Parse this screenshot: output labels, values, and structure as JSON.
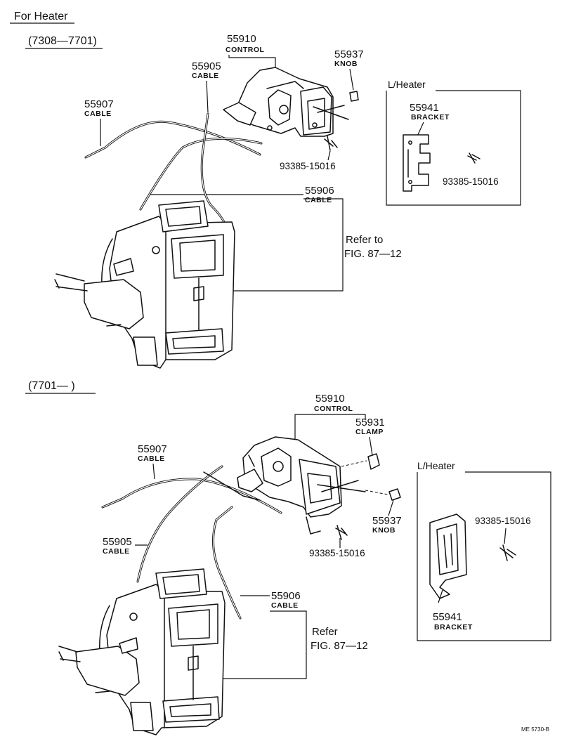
{
  "header": {
    "title": "For Heater"
  },
  "sections": [
    {
      "period": "(7308—7701)"
    },
    {
      "period": "(7701—        )"
    }
  ],
  "top": {
    "control": {
      "number": "55910",
      "name": "CONTROL"
    },
    "knob": {
      "number": "55937",
      "name": "KNOB"
    },
    "cable_55905": {
      "number": "55905",
      "name": "CABLE"
    },
    "cable_55907": {
      "number": "55907",
      "name": "CABLE"
    },
    "cable_55906": {
      "number": "55906",
      "name": "CABLE"
    },
    "screw": {
      "number": "93385-15016"
    },
    "refer": {
      "line1": "Refer to",
      "line2": "FIG. 87—12"
    },
    "lheater": {
      "title": "L/Heater",
      "bracket": {
        "number": "55941",
        "name": "BRACKET"
      },
      "screw": {
        "number": "93385-15016"
      }
    }
  },
  "bottom": {
    "control": {
      "number": "55910",
      "name": "CONTROL"
    },
    "clamp": {
      "number": "55931",
      "name": "CLAMP"
    },
    "cable_55907": {
      "number": "55907",
      "name": "CABLE"
    },
    "cable_55905": {
      "number": "55905",
      "name": "CABLE"
    },
    "cable_55906": {
      "number": "55906",
      "name": "CABLE"
    },
    "knob": {
      "number": "55937",
      "name": "KNOB"
    },
    "screw": {
      "number": "93385-15016"
    },
    "refer": {
      "line1": "Refer",
      "line2": "FIG. 87—12"
    },
    "lheater": {
      "title": "L/Heater",
      "screw": {
        "number": "93385-15016"
      },
      "bracket": {
        "number": "55941",
        "name": "BRACKET"
      }
    }
  },
  "footer": {
    "code": "ME 5730-B"
  }
}
